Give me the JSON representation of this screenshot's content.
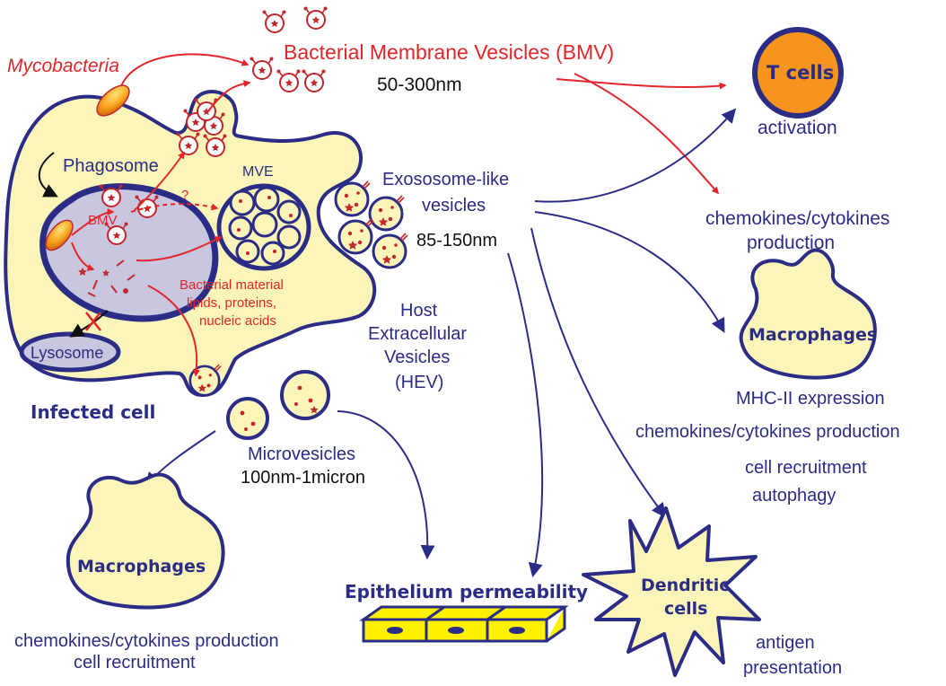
{
  "labels": {
    "mycobacteria": "Mycobacteria",
    "bmv_title": "Bacterial Membrane Vesicles (BMV)",
    "bmv_size": "50-300nm",
    "phagosome": "Phagosome",
    "bmv_inner": "BMV",
    "question": "?",
    "mve": "MVE",
    "bact_line1": "Bacterial material",
    "bact_line2": "lipids, proteins,",
    "bact_line3": "nucleic acids",
    "lysosome": "Lysosome",
    "infected_cell": "Infected cell",
    "exo_line1": "Exososome-like",
    "exo_line2": "vesicles",
    "exo_size": "85-150nm",
    "hev_line1": "Host",
    "hev_line2": "Extracellular",
    "hev_line3": "Vesicles",
    "hev_line4": "(HEV)",
    "micro_line1": "Microvesicles",
    "micro_line2": "100nm-1micron",
    "tcells": "T cells",
    "activation": "activation",
    "chemo_prod_1": "chemokines/cytokines",
    "chemo_prod_2": "production",
    "macro_right": "Macrophages",
    "mhc": "MHC-II expression",
    "chemo_right": "chemokines/cytokines production",
    "recruit_right": "cell recruitment",
    "autophagy": "autophagy",
    "macro_left": "Macrophages",
    "chemo_left": "chemokines/cytokines production",
    "recruit_left": "cell recruitment",
    "epithelium": "Epithelium permeability",
    "dendritic_1": "Dendritic",
    "dendritic_2": "cells",
    "antigen_1": "antigen",
    "antigen_2": "presentation"
  },
  "colors": {
    "red": "#e3262b",
    "navy": "#2b2c86",
    "cell_fill": "#fbf5b9",
    "phagosome_fill": "#c9c6e0",
    "tcell_fill": "#f7941d",
    "bacterium": "#f7a21b",
    "epithelium_fill": "#fff200"
  }
}
